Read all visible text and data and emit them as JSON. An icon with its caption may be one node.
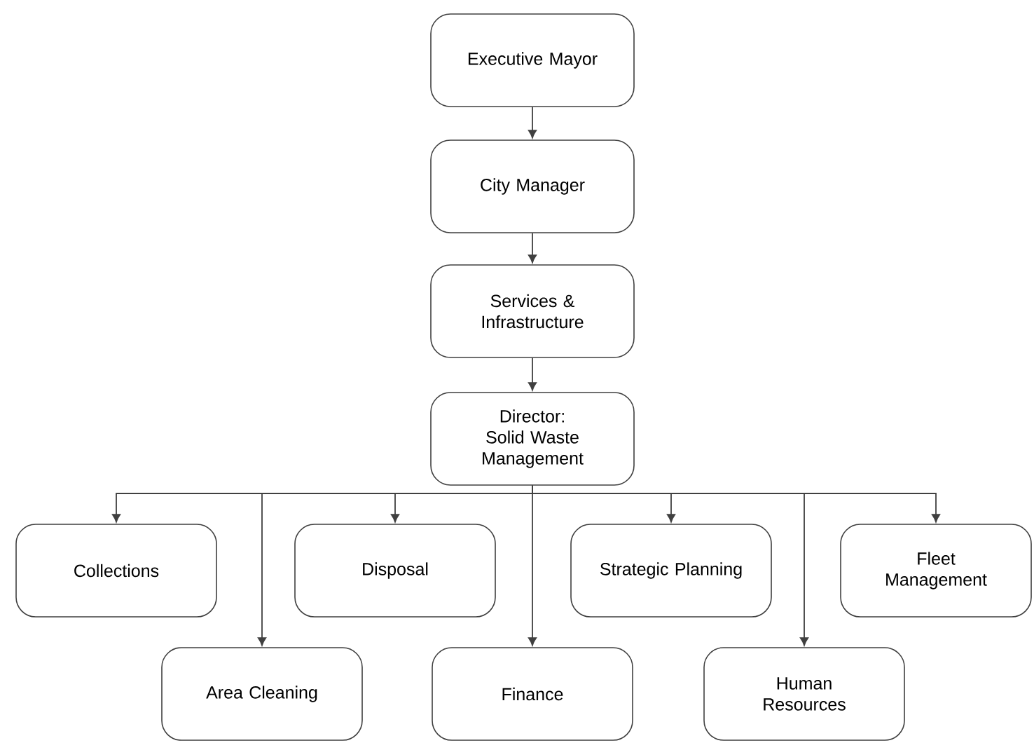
{
  "diagram": {
    "nodes": [
      {
        "text": [
          "Executive Mayor"
        ]
      },
      {
        "text": [
          "City Manager"
        ]
      },
      {
        "text": [
          "Services & Infrastructure"
        ]
      },
      {
        "text": [
          "Director: Solid Waste Management"
        ]
      },
      {
        "text": [
          "Collections"
        ]
      },
      {
        "text": [
          "Area Cleaning"
        ]
      },
      {
        "text": [
          "Disposal"
        ]
      },
      {
        "text": [
          "Finance"
        ]
      },
      {
        "text": [
          "Strategic Planning"
        ]
      },
      {
        "text": [
          "Human Resources"
        ]
      },
      {
        "text": [
          "Fleet Management"
        ]
      }
    ],
    "edges": [
      {
        "from": 0,
        "to": 1,
        "arrow": "to"
      },
      {
        "from": 1,
        "to": 2,
        "arrow": "to"
      },
      {
        "from": 2,
        "to": 3,
        "arrow": "to"
      },
      {
        "from": 3,
        "to": 4,
        "arrow": "to"
      },
      {
        "from": 3,
        "to": 5,
        "arrow": "to"
      },
      {
        "from": 3,
        "to": 6,
        "arrow": "to"
      },
      {
        "from": 3,
        "to": 7,
        "arrow": "to"
      },
      {
        "from": 3,
        "to": 8,
        "arrow": "to"
      },
      {
        "from": 3,
        "to": 9,
        "arrow": "to"
      },
      {
        "from": 3,
        "to": 10,
        "arrow": "to"
      }
    ]
  }
}
